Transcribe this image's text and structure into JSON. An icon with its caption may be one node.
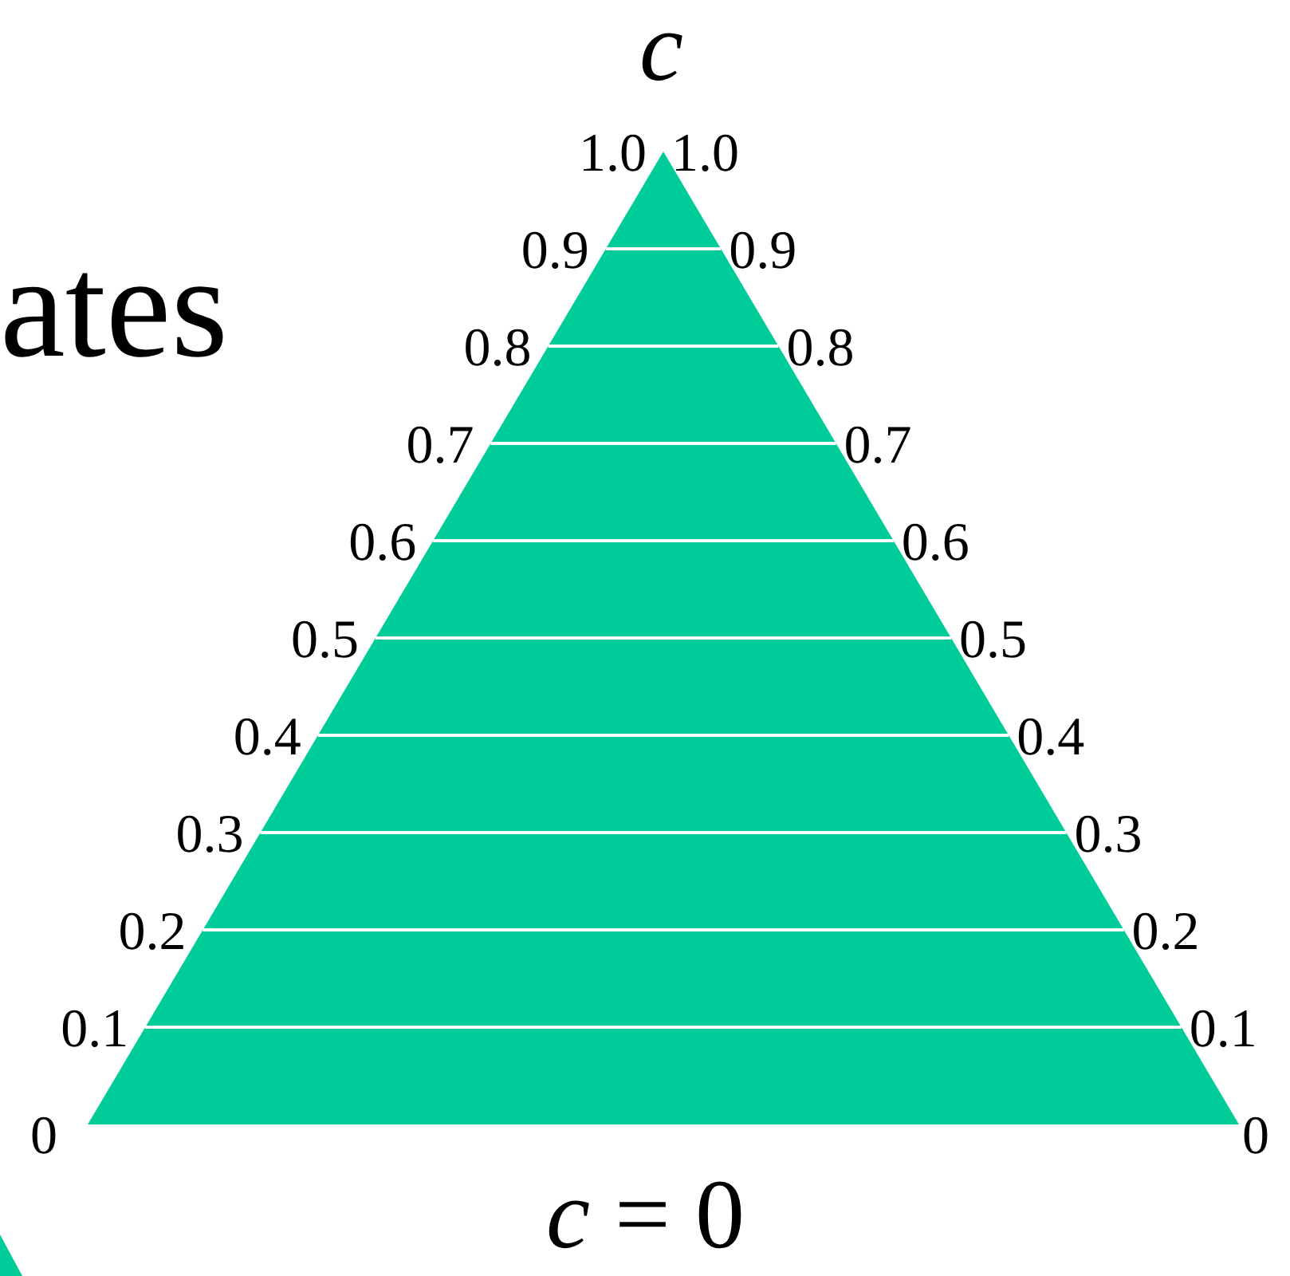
{
  "diagram": {
    "labels": [
      "ates",
      "c",
      "1.0",
      "1.0",
      "0.9",
      "0.9",
      "0.8",
      "0.8",
      "0.7",
      "0.7",
      "0.6",
      "0.6",
      "0.5",
      "0.5",
      "0.4",
      "0.4",
      "0.3",
      "0.3",
      "0.2",
      "0.2",
      "0.1",
      "0.1",
      "0",
      "0",
      "*c* = 0"
    ]
  }
}
